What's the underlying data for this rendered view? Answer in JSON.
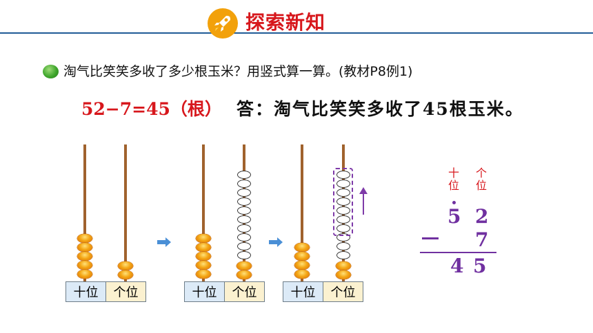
{
  "header": {
    "title": "探索新知",
    "icon": "rocket-icon",
    "accent_color": "#d7171c",
    "line_color": "#1f5b96"
  },
  "question": {
    "text": "淘气比笑笑多收了多少根玉米？用竖式算一算。(教材P8例1)"
  },
  "solution": {
    "equation": "52−7=45（根）",
    "answer": "答：淘气比笑笑多收了45根玉米。"
  },
  "abacus": [
    {
      "tens_label": "十位",
      "ones_label": "个位",
      "tens_beads": 5,
      "ones_beads": 2,
      "added_ones": 0
    },
    {
      "tens_label": "十位",
      "ones_label": "个位",
      "tens_beads": 5,
      "ones_beads": 2,
      "added_ones": 10
    },
    {
      "tens_label": "十位",
      "ones_label": "个位",
      "tens_beads": 4,
      "ones_beads": 2,
      "added_ones": 10,
      "removed_ones": 7
    }
  ],
  "vertical": {
    "tens_header": "十位",
    "ones_header": "个位",
    "top_tens": "5",
    "top_ones": "2",
    "sub_ones": "7",
    "result_tens": "4",
    "result_ones": "5"
  }
}
